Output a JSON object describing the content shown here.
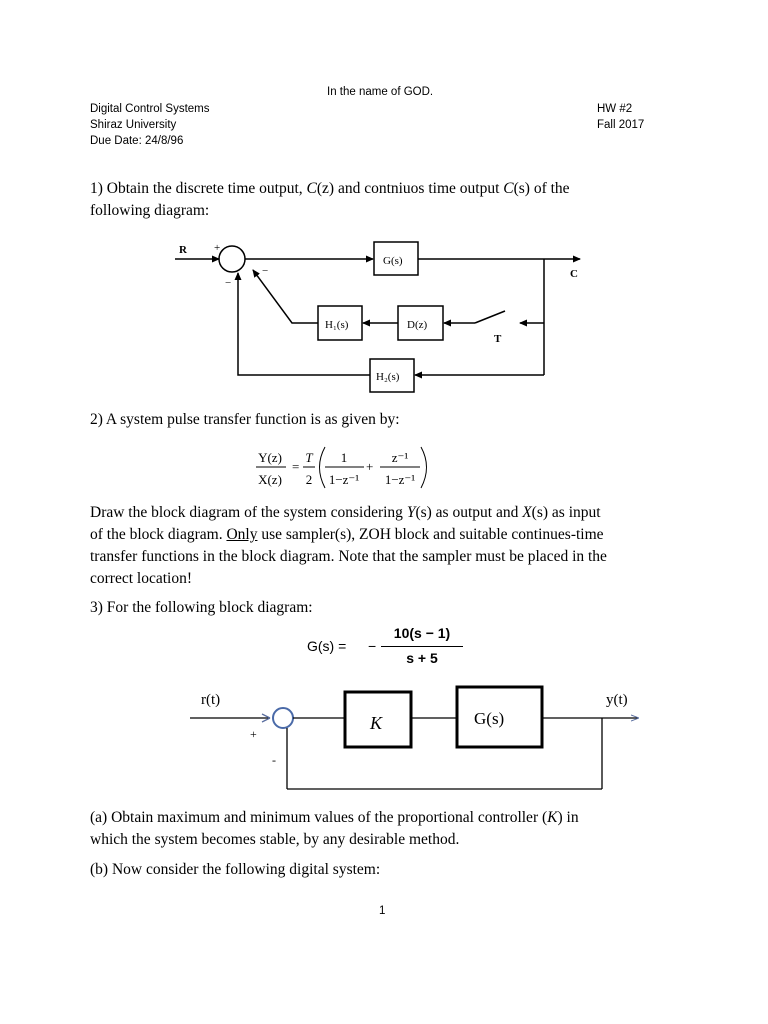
{
  "header": {
    "title": "In the name of GOD.",
    "course": "Digital Control Systems",
    "university": "Shiraz University",
    "due_date": "Due Date: 24/8/96",
    "hw": "HW #2",
    "term": "Fall 2017"
  },
  "q1": {
    "text_a": "1) Obtain the discrete time output, ",
    "var_c1": "C",
    "paren_z": "(z)",
    "text_b": " and contniuos time output ",
    "var_c2": "C",
    "paren_s": "(s)",
    "text_c": " of the",
    "text_line2": "following diagram:",
    "diagram": {
      "input_label": "R",
      "plus": "+",
      "minus1": "−",
      "minus2": "−",
      "block_g": "G(s)",
      "output_label": "C",
      "block_h1": "H₁(s)",
      "block_d": "D(z)",
      "sampler_label": "T",
      "block_h2": "H₂(s)"
    }
  },
  "q2": {
    "text": "2) A system pulse transfer function is as given by:",
    "eq": {
      "lhs_num": "Y(z)",
      "lhs_den": "X(z)",
      "equals": "=",
      "t_num": "T",
      "t_den": "2",
      "f1_num": "1",
      "f1_den": "1−z⁻¹",
      "plus": "+",
      "f2_num": "z⁻¹",
      "f2_den": "1−z⁻¹"
    },
    "para_l1_a": "Draw the block diagram of the system considering ",
    "para_l1_y": "Y",
    "para_l1_b": "(s) as output and ",
    "para_l1_x": "X",
    "para_l1_c": "(s) as input",
    "para_l2_a": "of the block diagram. ",
    "para_l2_only": "Only",
    "para_l2_b": " use sampler(s), ZOH block and suitable continues-time",
    "para_l3": "transfer functions in the block diagram. Note that the sampler must be placed in the",
    "para_l4": "correct location!"
  },
  "q3": {
    "text": "3) For the following block diagram:",
    "gs_lhs": "G(s) =",
    "gs_minus": "−",
    "gs_num": "10(s − 1)",
    "gs_den": "s + 5",
    "diagram": {
      "input_label": "r(t)",
      "output_label": "y(t)",
      "plus": "+",
      "minus": "-",
      "block_k": "K",
      "block_g": "G(s)"
    },
    "part_a_l1_a": "(a) Obtain maximum and minimum values of the proportional controller (",
    "part_a_k": "K",
    "part_a_l1_b": ") in",
    "part_a_l2": "which the system becomes stable, by any desirable method.",
    "part_b": "(b) Now consider the following digital system:"
  },
  "footer": {
    "page_number": "1"
  }
}
